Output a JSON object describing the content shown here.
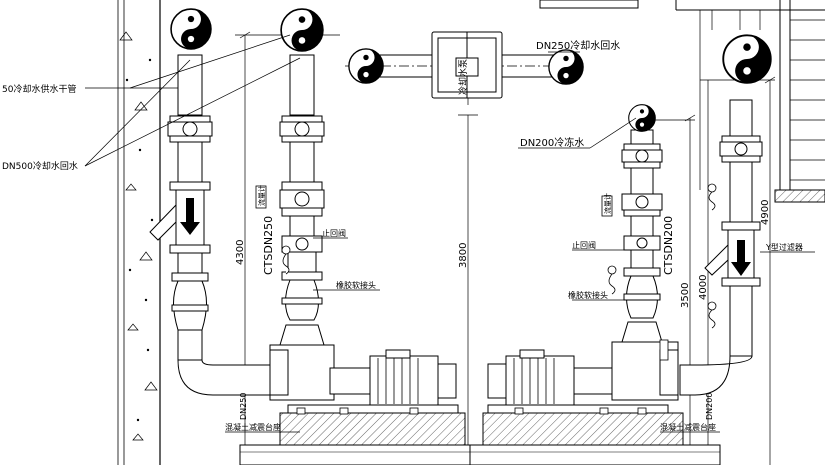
{
  "labels": {
    "dn500_header_left": "50冷却水供水干管",
    "dn500_return": "DN500冷却水回水",
    "dn250_return": "DN250冷却水回水",
    "dn200_chilled": "DN200冷冻水",
    "check_valve_left": "止回阀",
    "rubber_joint_left": "橡胶软接头",
    "check_valve_right": "止回阀",
    "rubber_joint_right": "橡胶软接头",
    "y_filter": "Y型过滤器",
    "flowmeter_left": "流量计",
    "flowmeter_right": "流量计",
    "base_left": "混凝土减震台座",
    "base_right": "混凝土减震台座",
    "pipe_left": "CTSDN250",
    "pipe_right": "CTSDN200",
    "pipe_left_small": "DN250",
    "pipe_right_small": "DN200",
    "dim_4300": "4300",
    "dim_3800": "3800",
    "dim_3500": "3500",
    "dim_4000": "4000",
    "dim_4900": "4900",
    "center_vertical_label": "冷却水泵"
  },
  "colors": {
    "line": "#000000",
    "background": "#ffffff"
  },
  "icons": {
    "pipe_section_symbol": "yin-yang-pipe-section-icon",
    "flow_arrow": "down-arrow-icon"
  }
}
